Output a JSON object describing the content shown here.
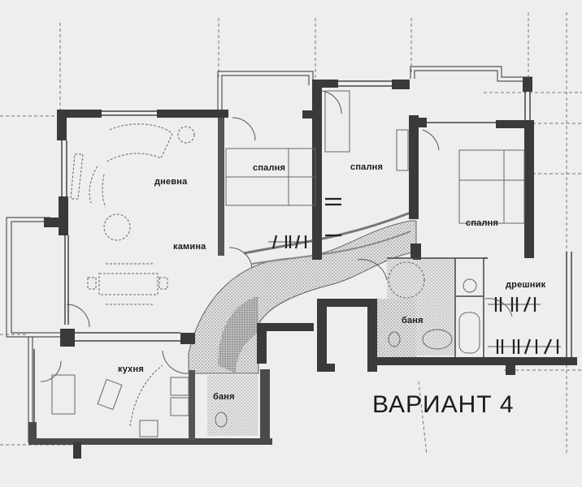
{
  "plan": {
    "title": "ВАРИАНТ 4",
    "colors": {
      "background": "#eeeeec",
      "wall": "#3a3a3a",
      "line": "#555555",
      "hatch": "#8a8a8a"
    },
    "rooms": [
      {
        "id": "living",
        "label": "дневна"
      },
      {
        "id": "fireplace",
        "label": "камина"
      },
      {
        "id": "bedroom1",
        "label": "спалня"
      },
      {
        "id": "bedroom2",
        "label": "спалня"
      },
      {
        "id": "bedroom3",
        "label": "спалня"
      },
      {
        "id": "kitchen",
        "label": "кухня"
      },
      {
        "id": "bathroom1",
        "label": "баня"
      },
      {
        "id": "bathroom2",
        "label": "баня"
      },
      {
        "id": "wardrobe",
        "label": "дрешник"
      }
    ]
  }
}
